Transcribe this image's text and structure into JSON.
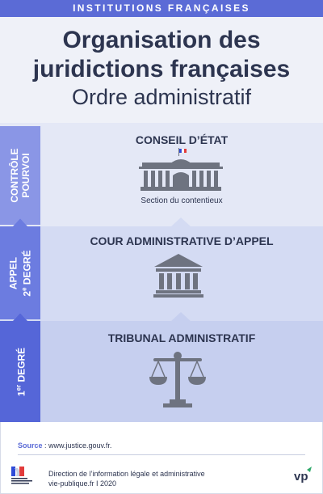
{
  "header": {
    "topbar": "INSTITUTIONS FRANÇAISES",
    "title_line1": "Organisation des",
    "title_line2": "juridictions françaises",
    "subtitle": "Ordre administratif"
  },
  "levels": [
    {
      "side_line1": "CONTRÔLE",
      "side_line2": "POURVOI",
      "title": "CONSEIL D’ÉTAT",
      "caption": "Section du contentieux",
      "icon": "conseil-etat-building-icon"
    },
    {
      "side_line1": "APPEL",
      "side_line2_prefix": "2",
      "side_line2_sup": "e",
      "side_line2_suffix": " DEGRÉ",
      "title": "COUR ADMINISTRATIVE D’APPEL",
      "icon": "courthouse-icon"
    },
    {
      "side_prefix": "1",
      "side_sup": "er",
      "side_suffix": " DEGRÉ",
      "title": "TRIBUNAL ADMINISTRATIF",
      "icon": "scales-of-justice-icon"
    }
  ],
  "source": {
    "label": "Source",
    "text": " : www.justice.gouv.fr."
  },
  "footer": {
    "line1": "Direction de l’information légale et administrative",
    "line2": "vie-publique.fr I 2020",
    "logo_left": "republique-francaise-logo",
    "logo_right": "vp-logo",
    "logo_right_text": "vp"
  },
  "colors": {
    "accent": "#5b6bd6",
    "text": "#2d3550",
    "icon": "#6e7380"
  }
}
